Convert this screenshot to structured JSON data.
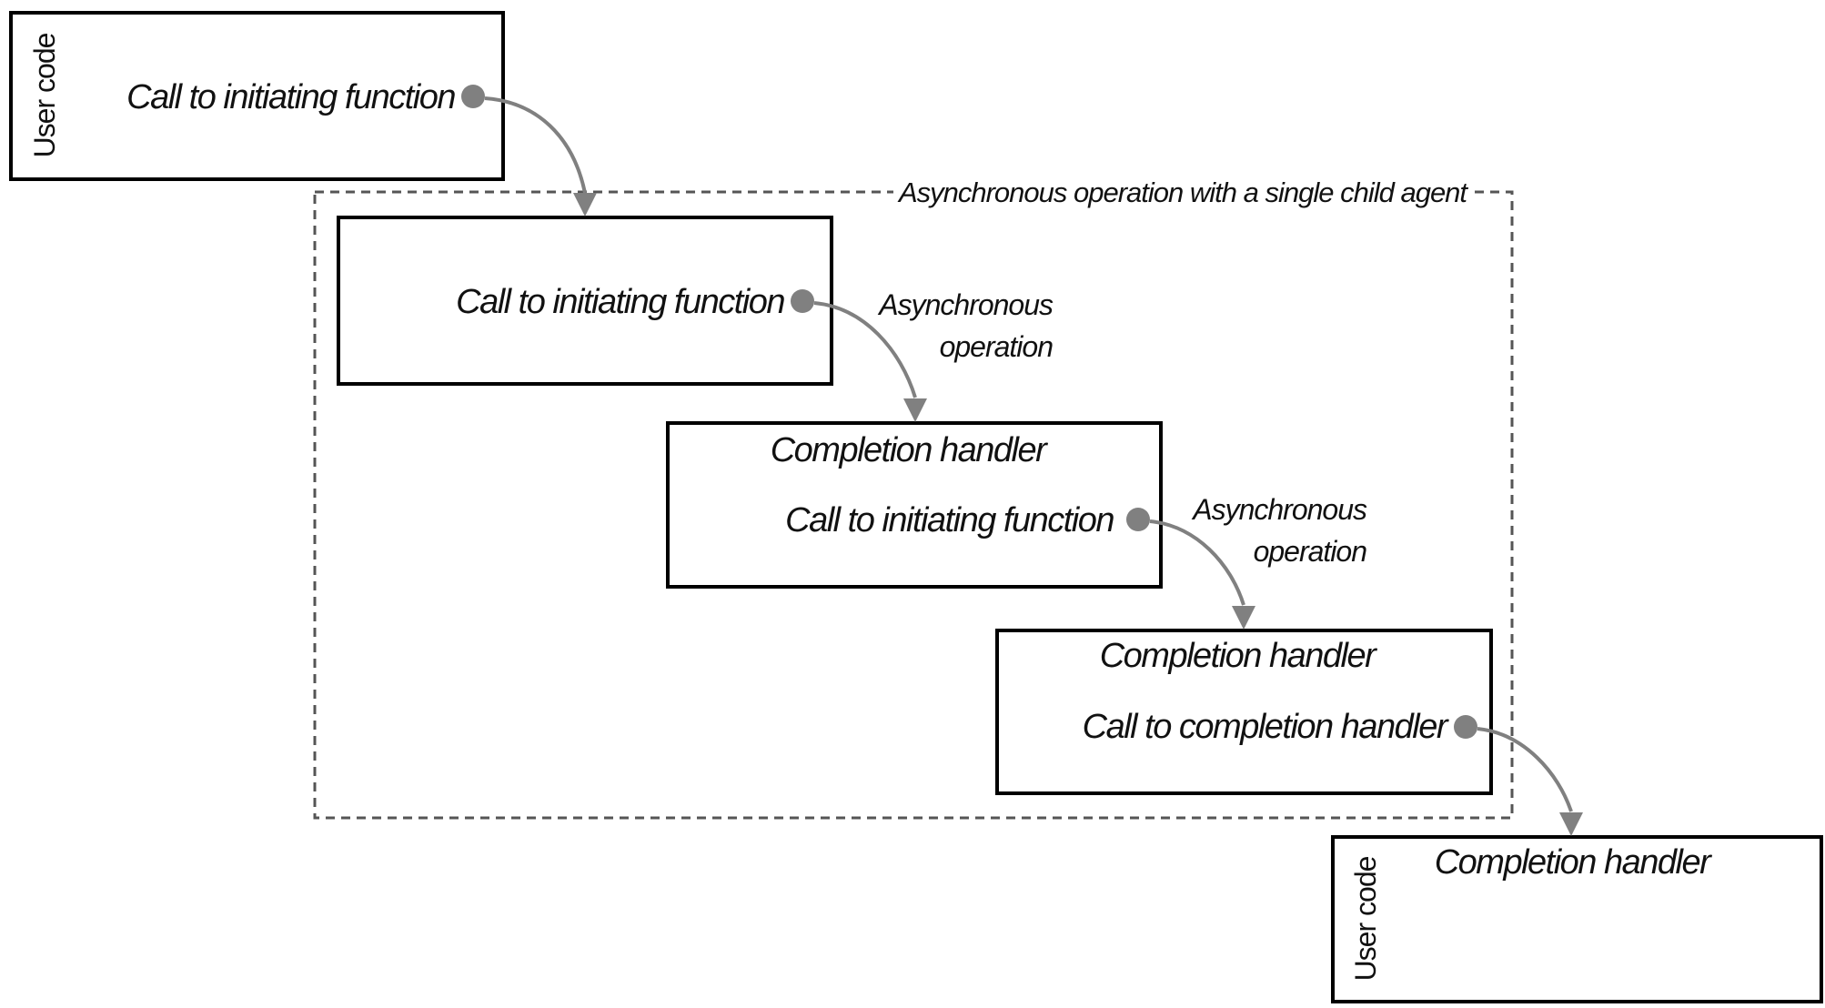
{
  "group": {
    "caption": "Asynchronous operation with a single child agent"
  },
  "boxes": {
    "user_code_top": {
      "side_label": "User code",
      "line": "Call to initiating function"
    },
    "child_initiate": {
      "line": "Call to initiating function"
    },
    "child_handler_1": {
      "title": "Completion handler",
      "line": "Call to initiating function"
    },
    "child_handler_2": {
      "title": "Completion handler",
      "line": "Call to completion handler"
    },
    "user_code_bottom": {
      "side_label": "User code",
      "title": "Completion handler"
    }
  },
  "edges": {
    "async_op_1": [
      "Asynchronous",
      "operation"
    ],
    "async_op_2": [
      "Asynchronous",
      "operation"
    ]
  },
  "colors": {
    "connector": "#808080",
    "box_border": "#000000",
    "dashed_frame": "#555555"
  }
}
